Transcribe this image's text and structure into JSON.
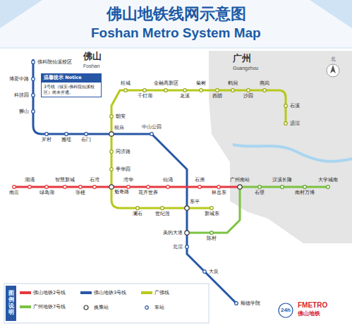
{
  "diagram": {
    "title": "佛山地铁线网示意图",
    "nodes": [
      {
        "text": [
          "温馨提示 Notice",
          "3号线（镇安-佛科院仙溪校区）尚未开通。"
        ]
      },
      {
        "text": [
          "图例说明"
        ]
      }
    ],
    "labels": [
      "Foshan Metro System Map",
      "佛山",
      "Foshan",
      "广州",
      "Guangzhou",
      "北",
      "佛科院仙溪校区",
      "博爱中路",
      "科技园",
      "狮山",
      "罗村",
      "雅瑶",
      "石门",
      "祖庙",
      "中山公园",
      "东平",
      "美的大道",
      "北滘",
      "大良",
      "顺德学院",
      "南庄",
      "湖涌",
      "绿岛湖",
      "智慧新城",
      "张槎",
      "石湾",
      "魁奇路",
      "湾华",
      "花卉世界",
      "仙涌",
      "石洲",
      "林岳东",
      "广州南站",
      "季华园",
      "同济路",
      "朝安",
      "新城东",
      "世纪莲",
      "澜石",
      "桂城",
      "千灯湖",
      "金融高新区",
      "龙溪",
      "菊树",
      "西朗",
      "鹤洞",
      "沙园",
      "燕岗",
      "石溪",
      "沥滘",
      "陈村",
      "石壁",
      "汉溪长隆",
      "南村万博",
      "大学城南",
      "24h",
      "FMETRO",
      "佛山地铁"
    ],
    "legend": [
      {
        "text": "佛山地铁2号线",
        "color": "#e4393f"
      },
      {
        "text": "佛山地铁3号线",
        "color": "#2756a5"
      },
      {
        "text": "广佛线",
        "color": "#b7c91a"
      },
      {
        "text": "广州地铁7号线",
        "color": "#7cc242"
      },
      {
        "text": "换乘站"
      },
      {
        "text": "车站"
      }
    ]
  }
}
